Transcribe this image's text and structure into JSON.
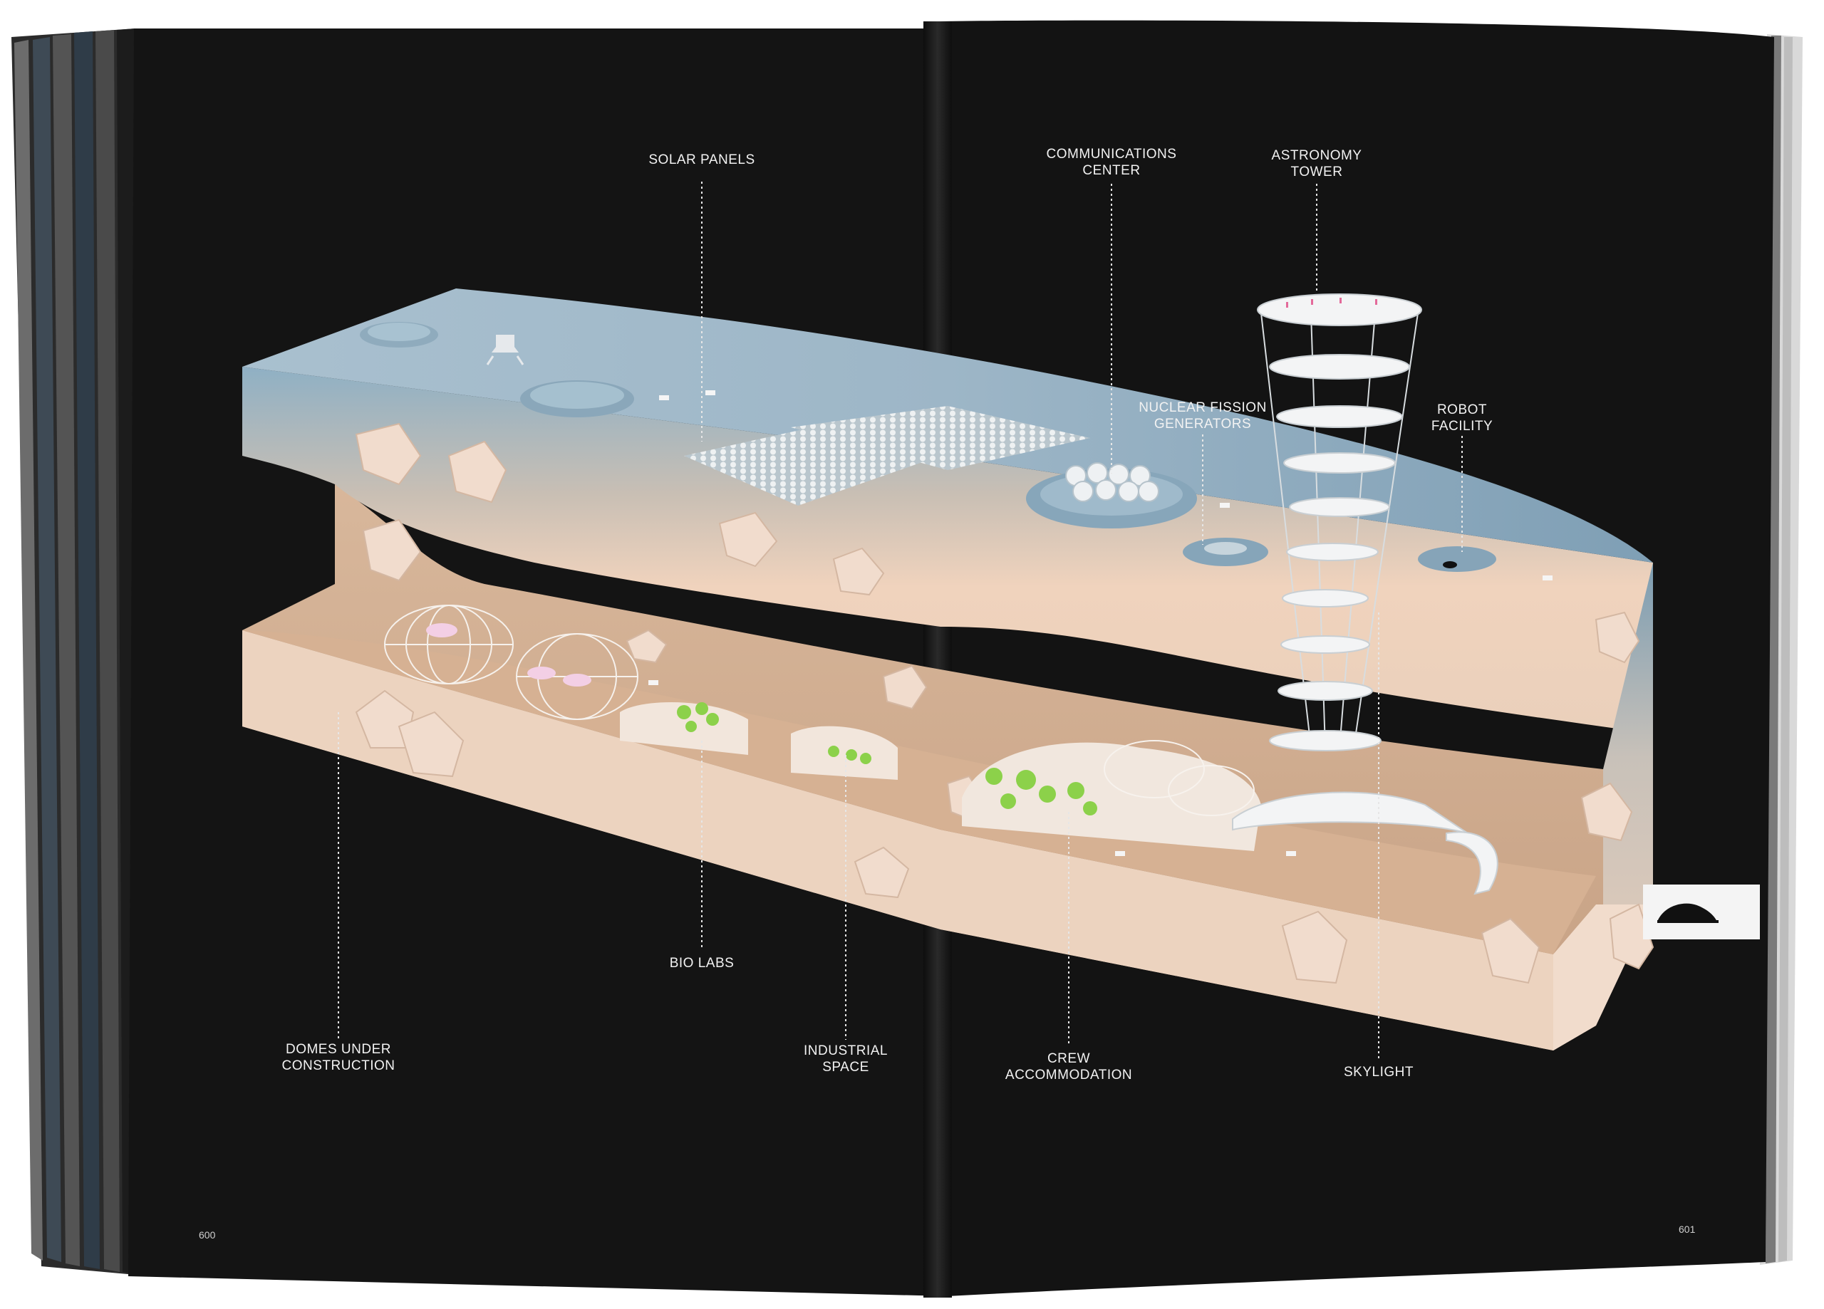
{
  "labels": {
    "solar_panels": [
      "SOLAR PANELS"
    ],
    "communications_center": [
      "COMMUNICATIONS",
      "CENTER"
    ],
    "astronomy_tower": [
      "ASTRONOMY",
      "TOWER"
    ],
    "nuclear_fission_generators": [
      "NUCLEAR FISSION",
      "GENERATORS"
    ],
    "robot_facility": [
      "ROBOT",
      "FACILITY"
    ],
    "bio_labs": [
      "BIO LABS"
    ],
    "domes_under_construction": [
      "DOMES UNDER",
      "CONSTRUCTION"
    ],
    "industrial_space": [
      "INDUSTRIAL",
      "SPACE"
    ],
    "crew_accommodation": [
      "CREW",
      "ACCOMMODATION"
    ],
    "skylight": [
      "SKYLIGHT"
    ]
  },
  "page_numbers": {
    "left": "600",
    "right": "601"
  },
  "colors": {
    "page_black": "#141414",
    "surface_blue": "#8aa9bd",
    "rock_beige": "#e9cdb7",
    "label_white": "#f2f2f2",
    "foliage_green": "#8cd14a"
  },
  "icons": [
    "dome-tab-icon"
  ]
}
